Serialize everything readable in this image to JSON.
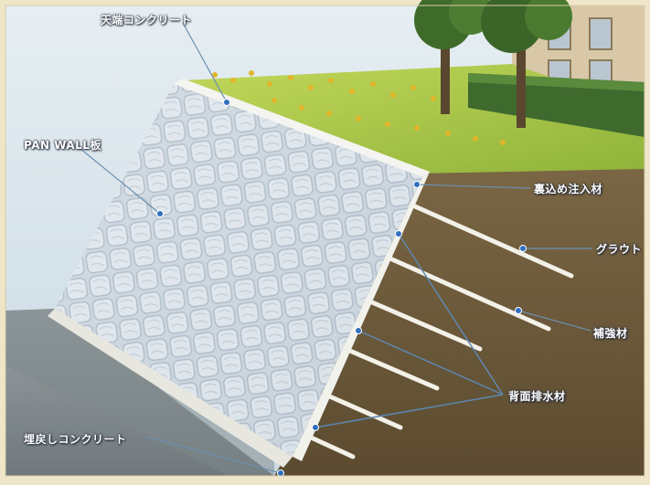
{
  "labels": {
    "crown_concrete": "天端コンクリート",
    "pan_wall_panel": "PAN WALL板",
    "backfill_grout": "裏込め注入材",
    "grout": "グラウト",
    "reinforcement": "補強材",
    "drainage": "背面排水材",
    "refill_concrete": "埋戻しコンクリート"
  },
  "colors": {
    "frame": "#efe6c9",
    "sky": "#d9e6ee",
    "lawn": "#a8c84a",
    "soil": "#6b5a3d",
    "panel": "#c7d2dc",
    "anchor": "#f3f1e8",
    "leader": "#6b8fb0",
    "marker": "#2f6fbf"
  }
}
